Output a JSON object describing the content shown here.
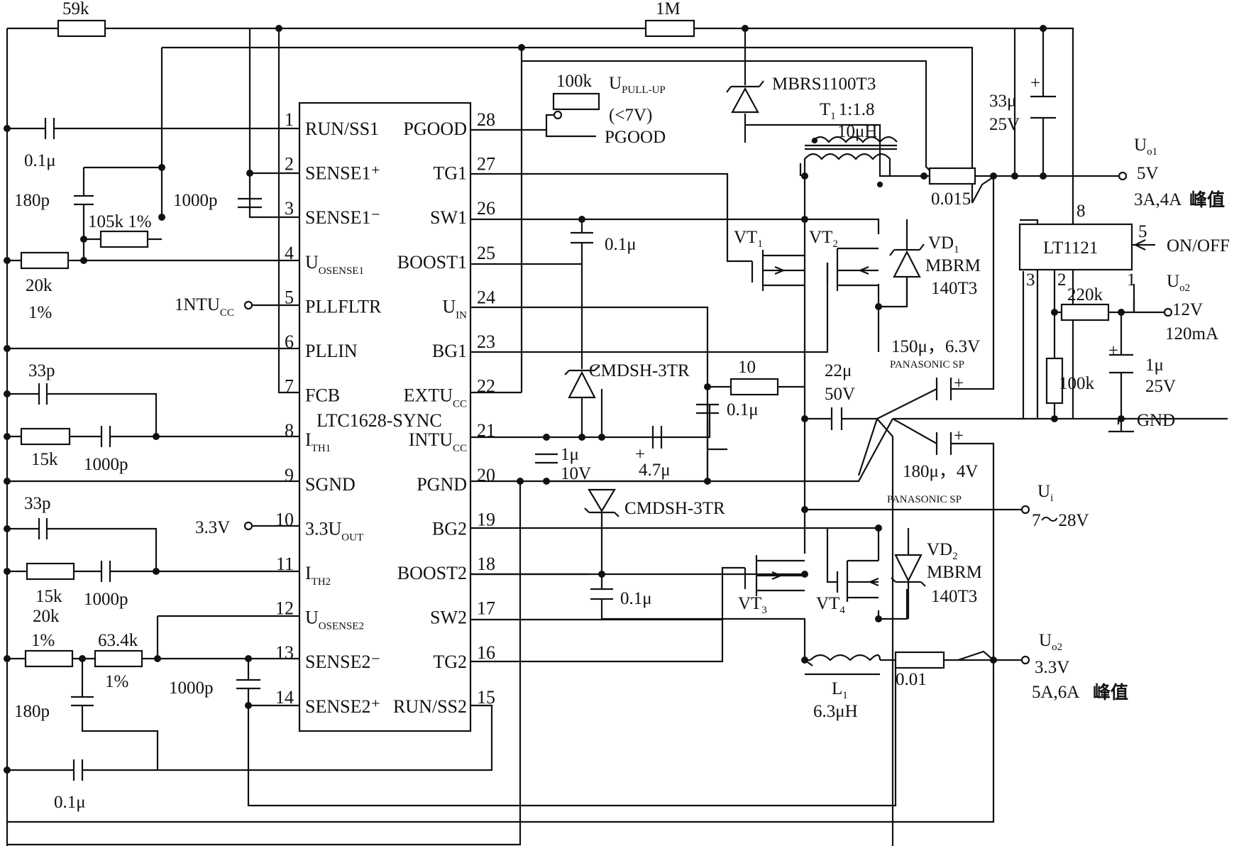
{
  "ic": {
    "name": "LTC1628-SYNC",
    "left_pins": [
      {
        "num": "1",
        "name": "RUN/SS1"
      },
      {
        "num": "2",
        "name": "SENSE1⁺"
      },
      {
        "num": "3",
        "name": "SENSE1⁻"
      },
      {
        "num": "4",
        "name": "U",
        "sub": "OSENSE1"
      },
      {
        "num": "5",
        "name": "PLLFLTR"
      },
      {
        "num": "6",
        "name": "PLLIN"
      },
      {
        "num": "7",
        "name": "FCB"
      },
      {
        "num": "8",
        "name": "I",
        "sub": "TH1"
      },
      {
        "num": "9",
        "name": "SGND"
      },
      {
        "num": "10",
        "name": "3.3U",
        "sub": "OUT"
      },
      {
        "num": "11",
        "name": "I",
        "sub": "TH2"
      },
      {
        "num": "12",
        "name": "U",
        "sub": "OSENSE2"
      },
      {
        "num": "13",
        "name": "SENSE2⁻"
      },
      {
        "num": "14",
        "name": "SENSE2⁺"
      }
    ],
    "right_pins": [
      {
        "num": "28",
        "name": "PGOOD"
      },
      {
        "num": "27",
        "name": "TG1"
      },
      {
        "num": "26",
        "name": "SW1"
      },
      {
        "num": "25",
        "name": "BOOST1"
      },
      {
        "num": "24",
        "name": "U",
        "sub": "IN"
      },
      {
        "num": "23",
        "name": "BG1"
      },
      {
        "num": "22",
        "name": "EXTU",
        "sub": "CC"
      },
      {
        "num": "21",
        "name": "INTU",
        "sub": "CC"
      },
      {
        "num": "20",
        "name": "PGND"
      },
      {
        "num": "19",
        "name": "BG2"
      },
      {
        "num": "18",
        "name": "BOOST2"
      },
      {
        "num": "17",
        "name": "SW2"
      },
      {
        "num": "16",
        "name": "TG2"
      },
      {
        "num": "15",
        "name": "RUN/SS2"
      }
    ]
  },
  "regulator": {
    "name": "LT1121",
    "pin8": "8",
    "pin5": "5",
    "pin3": "3",
    "pin2": "2",
    "pin1": "1",
    "on_off": "ON/OFF"
  },
  "labels": {
    "r59k": "59k",
    "r1m": "1M",
    "r100k_pullup": "100k",
    "upull_main": "U",
    "upull_sub": "PULL-UP",
    "upull_cond": "(<7V)",
    "pgood": "PGOOD",
    "c01u_run1": "0.1μ",
    "c180p_top": "180p",
    "r105k": "105k 1%",
    "c1000p_s1": "1000p",
    "r20k_top": "20k",
    "r20k_top_tol": "1%",
    "intucc_in_main": "1NTU",
    "intucc_in_sub": "CC",
    "c33p_top": "33p",
    "r15k_top": "15k",
    "c1000p_ith1": "1000p",
    "v33_in": "3.3V",
    "c33p_bot": "33p",
    "r15k_bot": "15k",
    "c1000p_ith2": "1000p",
    "r20k_bot": "20k",
    "r20k_bot_tol": "1%",
    "r63k": "63.4k",
    "r63k_tol": "1%",
    "c180p_bot": "180p",
    "c1000p_s2": "1000p",
    "c01u_run2": "0.1μ",
    "d_mbrs": "MBRS1100T3",
    "t1_main": "T",
    "t1_sub": "1",
    "t1_ratio": "1:1.8",
    "t1_l": "10μH",
    "r0015": "0.015",
    "c33u": "33μ",
    "c33u_v": "25V",
    "uo1_main": "U",
    "uo1_sub": "o1",
    "uo1_v": "5V",
    "uo1_i": "3A,4A",
    "peak1": "峰值",
    "c01u_boost1": "0.1μ",
    "vt1_main": "VT",
    "vt1_sub": "1",
    "vt2_main": "VT",
    "vt2_sub": "2",
    "vd1_main": "VD",
    "vd1_sub": "1",
    "vd1_p1": "MBRM",
    "vd1_p2": "140T3",
    "d_cmdsh1": "CMDSH-3TR",
    "r10": "10",
    "c01u_uin": "0.1μ",
    "c22u": "22μ",
    "c22u_v": "50V",
    "c150u": "150μ，6.3V",
    "panasonic1": "PANASONIC SP",
    "c1u_10v": "1μ",
    "c1u_10v_v": "10V",
    "c47u": "4.7μ",
    "c180u": "180μ，4V",
    "panasonic2": "PANASONIC SP",
    "d_cmdsh2": "CMDSH-3TR",
    "ui_main": "U",
    "ui_sub": "i",
    "ui_v": "7～28V",
    "c01u_boost2": "0.1μ",
    "vt3_main": "VT",
    "vt3_sub": "3",
    "vt4_main": "VT",
    "vt4_sub": "4",
    "vd2_main": "VD",
    "vd2_sub": "2",
    "vd2_p1": "MBRM",
    "vd2_p2": "140T3",
    "l1_main": "L",
    "l1_sub": "1",
    "l1_l": "6.3μH",
    "r001": "0.01",
    "uo2b_main": "U",
    "uo2b_sub": "o2",
    "uo2b_v": "3.3V",
    "uo2b_i": "5A,6A",
    "peak2": "峰值",
    "r220k": "220k",
    "r100k_lt": "100k",
    "c1u_25v": "1μ",
    "c1u_25v_v": "25V",
    "uo2_main": "U",
    "uo2_sub": "o2",
    "uo2_v": "12V",
    "uo2_i": "120mA",
    "gnd": "GND",
    "plus": "+"
  }
}
